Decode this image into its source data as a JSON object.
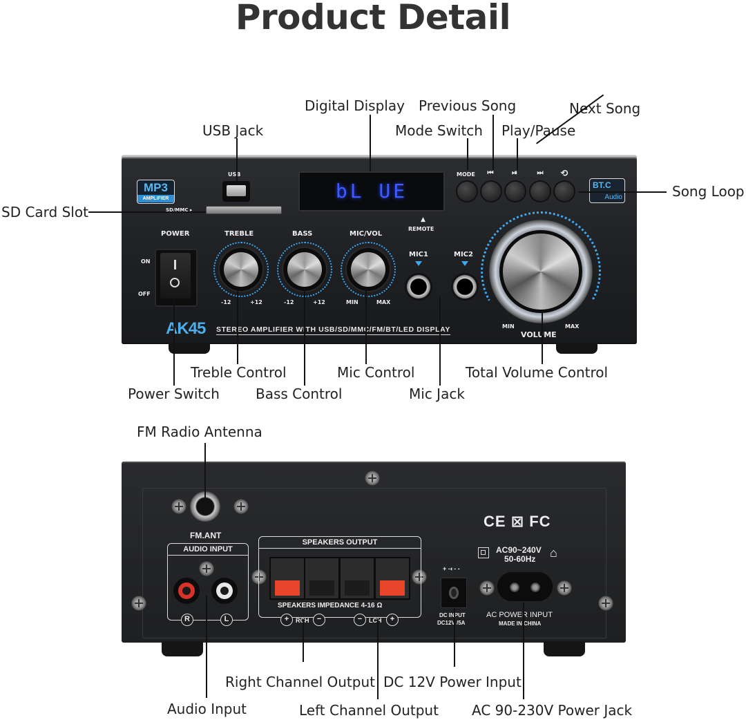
{
  "title": "Product Detail",
  "front_panel": {
    "badge_mp3": "MP3",
    "badge_amplifier": "AMPLIFIER",
    "usb_label": "USB",
    "sd_label": "SD/MMC ▸",
    "display_text": "bL UE",
    "remote_label": "REMOTE",
    "buttons": [
      {
        "label": "MODE",
        "glyph": "MODE"
      },
      {
        "label": "Previous",
        "glyph": "⏮"
      },
      {
        "label": "Play/Pause",
        "glyph": "⏯"
      },
      {
        "label": "Next",
        "glyph": "⏭"
      },
      {
        "label": "Loop",
        "glyph": "⟲"
      }
    ],
    "bt_badge_line1": "BT.C",
    "bt_badge_line2": "Audio",
    "power_label": "POWER",
    "on_label": "ON",
    "off_label": "OFF",
    "knobs": [
      {
        "label": "TREBLE",
        "min": "-12",
        "max": "+12"
      },
      {
        "label": "BASS",
        "min": "-12",
        "max": "+12"
      },
      {
        "label": "MIC/VOL",
        "min": "MIN",
        "max": "MAX"
      }
    ],
    "mic1_label": "MIC1",
    "mic2_label": "MIC2",
    "volume_label": "VOLUME",
    "volume_min": "MIN",
    "volume_max": "MAX",
    "model": "AK45",
    "model_subtitle": "STEREO AMPLIFIER WITH USB/SD/MMC/FM/BT/LED DISPLAY"
  },
  "rear_panel": {
    "fm_ant_label": "FM.ANT",
    "audio_input_label": "AUDIO INPUT",
    "rca_right": "R",
    "rca_left": "L",
    "speakers_output_label": "SPEAKERS OUTPUT",
    "speakers_impedance": "SPEAKERS IMPEDANCE 4-16 Ω",
    "rch_label": "RCH",
    "lch_label": "LCH",
    "plus": "+",
    "minus": "−",
    "dc_symbol": "+ -◐- -",
    "dc_input_line1": "DC INPUT",
    "dc_input_line2": "DC12V /5A",
    "cert_marks": "CE ⊠ FC",
    "ac_spec_line1": "AC90~240V",
    "ac_spec_line2": "50-60Hz",
    "ac_power_input": "AC POWER INPUT",
    "made_in": "MADE IN CHINA"
  },
  "callouts": {
    "usb_jack": "USB Jack",
    "digital_display": "Digital Display",
    "previous_song": "Previous Song",
    "mode_switch": "Mode Switch",
    "play_pause": "Play/Pause",
    "next_song": "Next Song",
    "song_loop": "Song Loop",
    "sd_card_slot": "SD Card Slot",
    "treble_control": "Treble Control",
    "power_switch": "Power Switch",
    "bass_control": "Bass Control",
    "mic_control": "Mic Control",
    "mic_jack": "Mic Jack",
    "total_volume_control": "Total Volume Control",
    "fm_radio_antenna": "FM Radio Antenna",
    "right_channel_output": "Right Channel Output",
    "dc_power_input": "DC 12V Power Input",
    "audio_input": "Audio Input",
    "left_channel_output": "Left Channel Output",
    "ac_power_jack": "AC 90-230V Power Jack"
  },
  "colors": {
    "accent_blue": "#3ea8f0",
    "display_blue": "#3e5cff",
    "panel_dark": "#1e1f21",
    "terminal_red": "#e8452a"
  }
}
